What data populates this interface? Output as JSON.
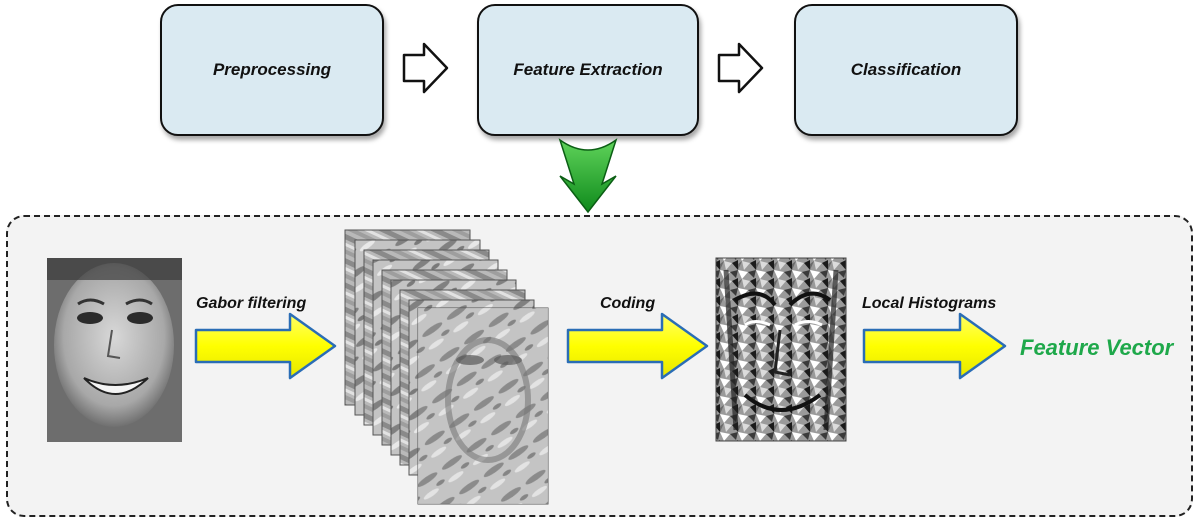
{
  "pipeline": {
    "stages": [
      {
        "label": "Preprocessing"
      },
      {
        "label": "Feature Extraction"
      },
      {
        "label": "Classification"
      }
    ]
  },
  "detail": {
    "steps": {
      "gabor": "Gabor filtering",
      "coding": "Coding",
      "histograms": "Local Histograms"
    },
    "output": "Feature Vector"
  },
  "colors": {
    "stage_fill": "#daeaf2",
    "yellow_arrow": "#ffff00",
    "arrow_outline": "#2a6db5",
    "down_arrow": "#1fa32a",
    "output_text": "#1ea84a"
  },
  "icons": {
    "flow_arrow": "hollow-right-arrow-icon",
    "down_arrow": "green-down-arrow-icon",
    "step_arrow": "yellow-right-arrow-icon"
  }
}
